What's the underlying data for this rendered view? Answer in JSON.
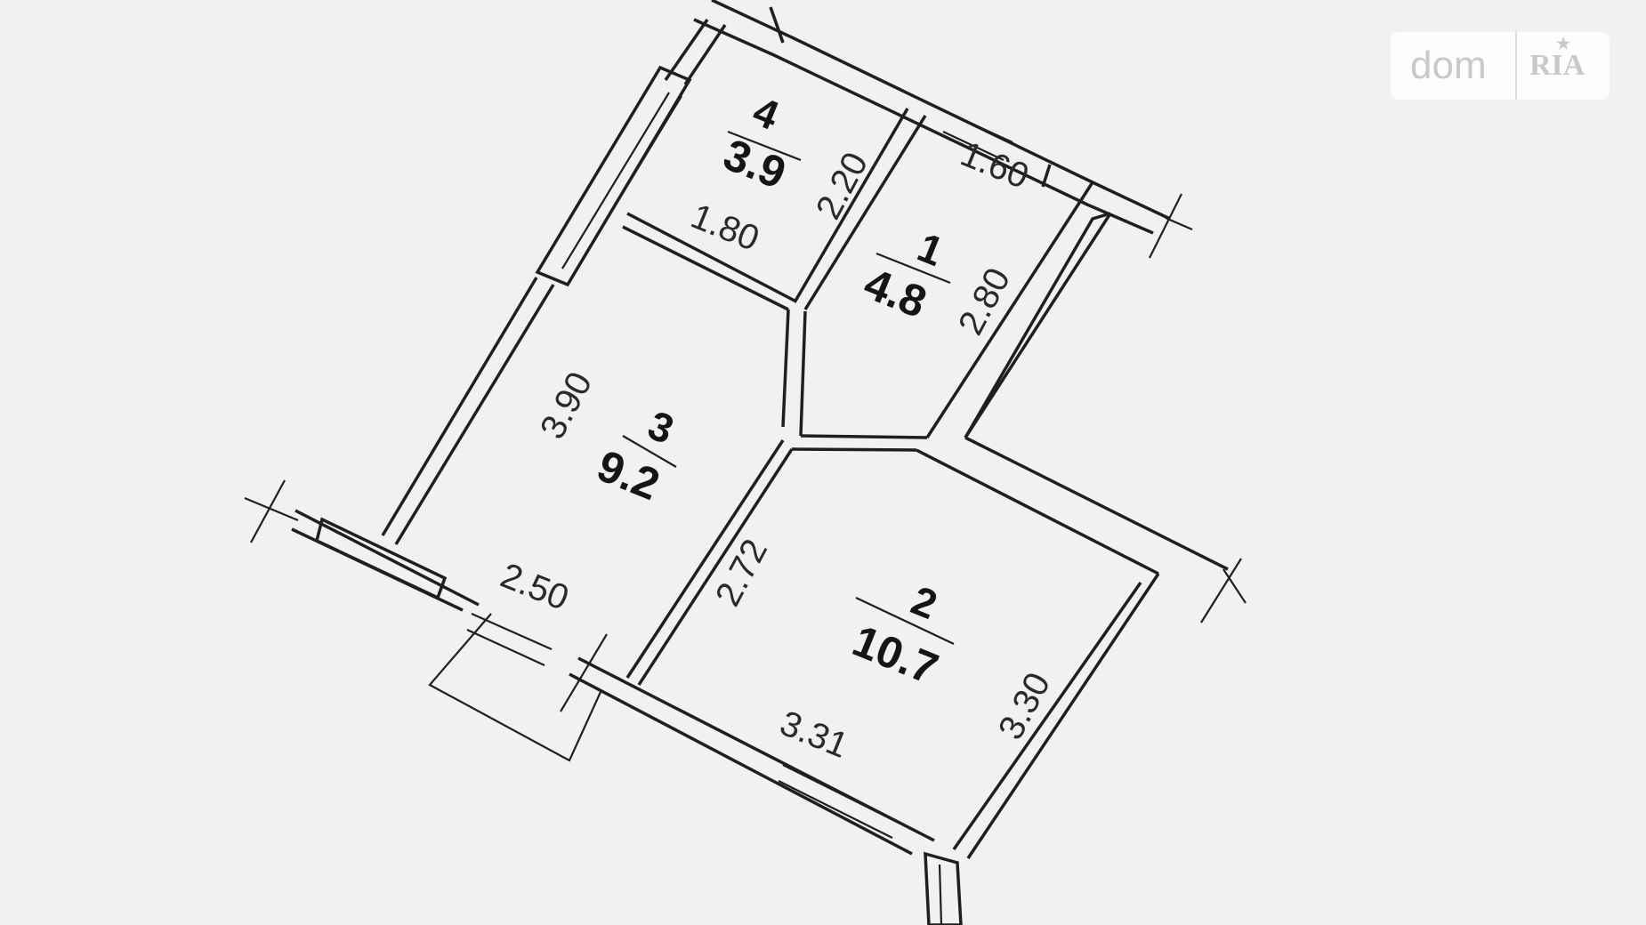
{
  "watermark": {
    "brand_left": "dom",
    "brand_right": "RIA",
    "star_icon": "star-icon"
  },
  "rooms": [
    {
      "number": "4",
      "area": "3.9"
    },
    {
      "number": "1",
      "area": "4.8"
    },
    {
      "number": "3",
      "area": "9.2"
    },
    {
      "number": "2",
      "area": "10.7"
    }
  ],
  "dimensions": [
    "2.20",
    "1.80",
    "1.60",
    "2.80",
    "3.90",
    "2.50",
    "2.72",
    "3.30",
    "3.31"
  ]
}
